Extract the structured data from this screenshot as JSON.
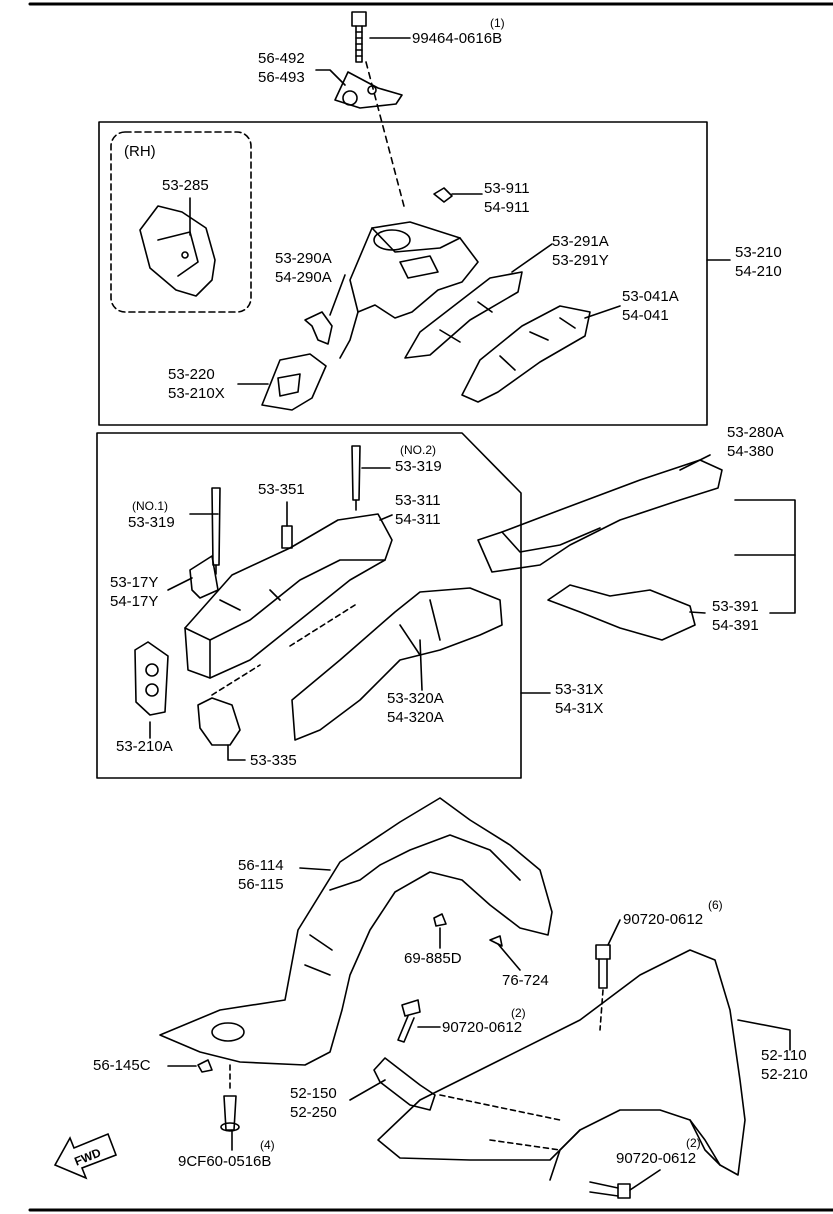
{
  "labels": {
    "l_99464": "99464-0616B",
    "q_1": "(1)",
    "l_56492": "56-492",
    "l_56493": "56-493",
    "rh": "(RH)",
    "l_53285": "53-285",
    "l_53911": "53-911",
    "l_54911": "54-911",
    "l_53291a": "53-291A",
    "l_53291y": "53-291Y",
    "l_53210": "53-210",
    "l_54210": "54-210",
    "l_53290a": "53-290A",
    "l_54290a": "54-290A",
    "l_53041a": "53-041A",
    "l_54041": "54-041",
    "l_53220": "53-220",
    "l_53210x": "53-210X",
    "no2": "(NO.2)",
    "l_53319b": "53-319",
    "l_53280a": "53-280A",
    "l_54380": "54-380",
    "l_53351": "53-351",
    "l_53311": "53-311",
    "l_54311": "54-311",
    "no1": "(NO.1)",
    "l_53319a": "53-319",
    "l_5317y": "53-17Y",
    "l_5417y": "54-17Y",
    "l_53391": "53-391",
    "l_54391": "54-391",
    "l_5331x": "53-31X",
    "l_5431x": "54-31X",
    "l_53320a": "53-320A",
    "l_54320a": "54-320A",
    "l_53210a": "53-210A",
    "l_53335": "53-335",
    "l_56114": "56-114",
    "l_56115": "56-115",
    "q_6": "(6)",
    "l_90720a": "90720-0612",
    "l_69885d": "69-885D",
    "l_76724": "76-724",
    "q_2a": "(2)",
    "l_90720b": "90720-0612",
    "l_52110": "52-110",
    "l_52210": "52-210",
    "l_56145c": "56-145C",
    "l_52150": "52-150",
    "l_52250": "52-250",
    "q_4": "(4)",
    "l_9cf60": "9CF60-0516B",
    "q_2b": "(2)",
    "l_90720c": "90720-0612",
    "fwd": "FWD"
  }
}
